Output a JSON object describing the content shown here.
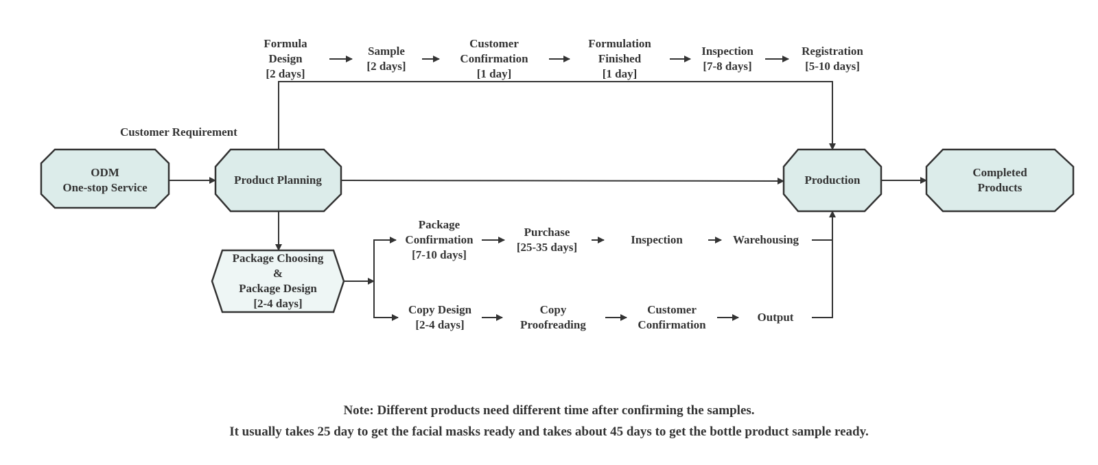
{
  "colors": {
    "node_fill": "#dcecea",
    "node_fill_light": "#eef6f5",
    "stroke": "#333333",
    "text": "#333333"
  },
  "nodes": {
    "odm": "ODM\nOne-stop Service",
    "product_planning": "Product Planning",
    "production": "Production",
    "completed_products": "Completed Products",
    "package_choosing": "Package Choosing\n&\nPackage Design\n[2-4 days]"
  },
  "labels": {
    "customer_requirement": "Customer Requirement"
  },
  "top_steps": [
    "Formula\nDesign\n[2 days]",
    "Sample\n[2 days]",
    "Customer\nConfirmation\n[1 day]",
    "Formulation\nFinished\n[1 day]",
    "Inspection\n[7-8 days]",
    "Registration\n[5-10 days]"
  ],
  "package_steps": [
    "Package\nConfirmation\n[7-10 days]",
    "Purchase\n[25-35 days]",
    "Inspection",
    "Warehousing"
  ],
  "copy_steps": [
    "Copy Design\n[2-4 days]",
    "Copy\nProofreading",
    "Customer\nConfirmation",
    "Output"
  ],
  "notes": {
    "line1": "Note: Different products need different time after confirming the samples.",
    "line2": "It usually takes 25 day to get the facial masks ready and takes about 45 days to get the bottle product sample ready."
  }
}
